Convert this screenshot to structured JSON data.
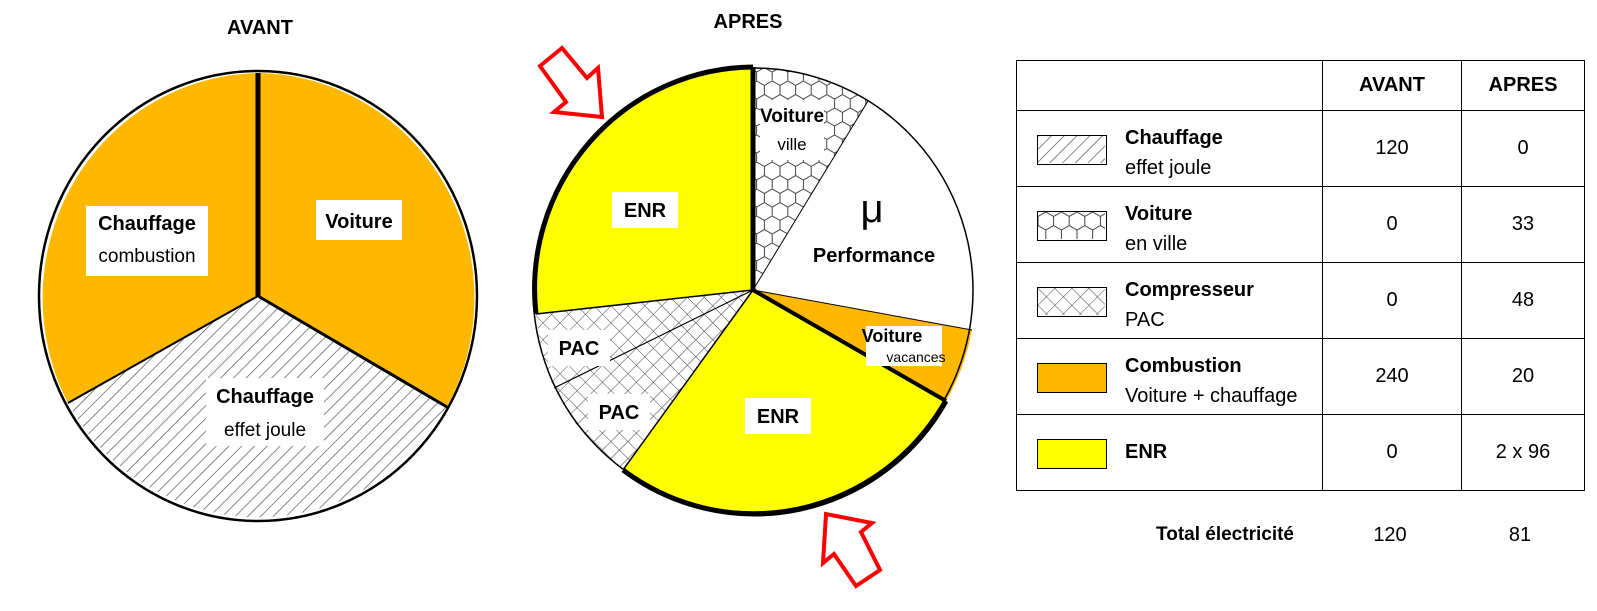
{
  "colors": {
    "orange": "#FFB800",
    "yellow": "#FFFF00",
    "arrow": "#FF0000"
  },
  "chart_data": [
    {
      "type": "pie",
      "title": "AVANT",
      "slices": [
        {
          "label": "Voiture",
          "sublabel": "",
          "value": 120,
          "fill": "orange"
        },
        {
          "label": "Chauffage",
          "sublabel": "effet joule",
          "value": 120,
          "fill": "diagonal-hatch"
        },
        {
          "label": "Chauffage",
          "sublabel": "combustion",
          "value": 120,
          "fill": "orange"
        }
      ]
    },
    {
      "type": "pie",
      "title": "APRES",
      "symbol": "μ",
      "slices": [
        {
          "label": "Voiture",
          "sublabel": "ville",
          "value": 33,
          "fill": "hexagon-hatch"
        },
        {
          "label": "Performance",
          "sublabel": "",
          "value": 52,
          "fill": "white"
        },
        {
          "label": "Voiture",
          "sublabel": "vacances",
          "value": 20,
          "fill": "orange"
        },
        {
          "label": "ENR",
          "sublabel": "",
          "value": 96,
          "fill": "yellow"
        },
        {
          "label": "PAC",
          "sublabel": "",
          "value": 24,
          "fill": "cross-hatch"
        },
        {
          "label": "PAC",
          "sublabel": "",
          "value": 24,
          "fill": "cross-hatch"
        },
        {
          "label": "ENR",
          "sublabel": "",
          "value": 96,
          "fill": "yellow"
        }
      ]
    },
    {
      "type": "table",
      "headers": [
        "",
        "AVANT",
        "APRES"
      ],
      "rows": [
        {
          "name": "Chauffage",
          "sub": "effet joule",
          "swatch": "diagonal-hatch",
          "avant": "120",
          "apres": "0"
        },
        {
          "name": "Voiture",
          "sub": "en ville",
          "swatch": "hexagon-hatch",
          "avant": "0",
          "apres": "33"
        },
        {
          "name": "Compresseur",
          "sub": "PAC",
          "swatch": "cross-hatch",
          "avant": "0",
          "apres": "48"
        },
        {
          "name": "Combustion",
          "sub": "Voiture + chauffage",
          "swatch": "orange",
          "avant": "240",
          "apres": "20"
        },
        {
          "name": "ENR",
          "sub": "",
          "swatch": "yellow",
          "avant": "0",
          "apres": "2 x 96"
        }
      ],
      "total": {
        "label": "Total  électricité",
        "avant": "120",
        "apres": "81"
      }
    }
  ]
}
